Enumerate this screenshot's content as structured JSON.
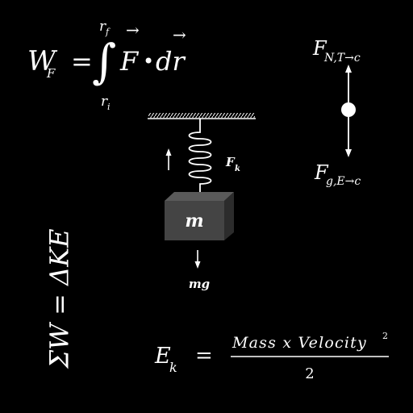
{
  "colors": {
    "background": "#000000",
    "foreground": "#ffffff",
    "block_front": "#444444",
    "block_top": "#5a5a5a",
    "block_side": "#2c2c2c"
  },
  "work_formula": {
    "lhs_main": "W",
    "lhs_sub": "F",
    "equals": "=",
    "integral_sign": "∫",
    "upper_limit_main": "r",
    "upper_limit_sub": "f",
    "lower_limit_main": "r",
    "lower_limit_sub": "i",
    "vector_f": "F",
    "dot": "•",
    "dr": "dr",
    "arrow": "→"
  },
  "free_body": {
    "top_main": "F",
    "top_sub": "N,T→c",
    "bottom_main": "F",
    "bottom_sub": "g,E→c"
  },
  "spring_system": {
    "spring_force_main": "F",
    "spring_force_sub": "k",
    "mass_label": "m",
    "weight_label": "mg"
  },
  "work_energy_theorem": "ΣW = ΔKE",
  "kinetic_energy": {
    "lhs_main": "E",
    "lhs_sub": "k",
    "equals": "=",
    "numerator": "Mass x Velocity",
    "exponent": "2",
    "denominator": "2"
  },
  "icons": [
    "spring-icon",
    "ceiling-icon",
    "mass-block-icon",
    "up-arrow-icon",
    "down-arrow-icon",
    "particle-dot-icon"
  ]
}
